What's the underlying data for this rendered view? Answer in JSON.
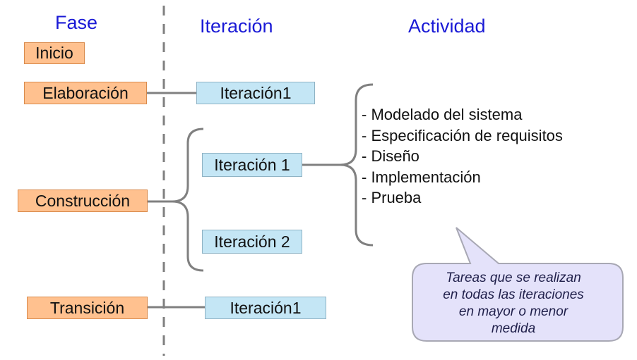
{
  "headers": {
    "phase": "Fase",
    "iteration": "Iteración",
    "activity": "Actividad"
  },
  "phases": {
    "inicio": "Inicio",
    "elaboracion": "Elaboración",
    "construccion": "Construcción",
    "transicion": "Transición"
  },
  "iterations": {
    "elaboracion": "Iteración1",
    "construccion_1": "Iteración 1",
    "construccion_2": "Iteración 2",
    "transicion": "Iteración1"
  },
  "activities": [
    "- Modelado del sistema",
    "- Especificación de requisitos",
    "- Diseño",
    "- Implementación",
    "- Prueba"
  ],
  "note": {
    "lines": [
      "Tareas que se realizan",
      "en todas las iteraciones",
      "en mayor o menor",
      "medida"
    ]
  },
  "colors": {
    "header_text": "#1a1ad6",
    "phase_fill": "#ffc18f",
    "phase_border": "#d98a4c",
    "iteration_fill": "#c4e6f5",
    "iteration_border": "#8eb2c4",
    "connector": "#808080",
    "note_fill": "#e4e2fa",
    "note_border": "#a8a8b4"
  }
}
